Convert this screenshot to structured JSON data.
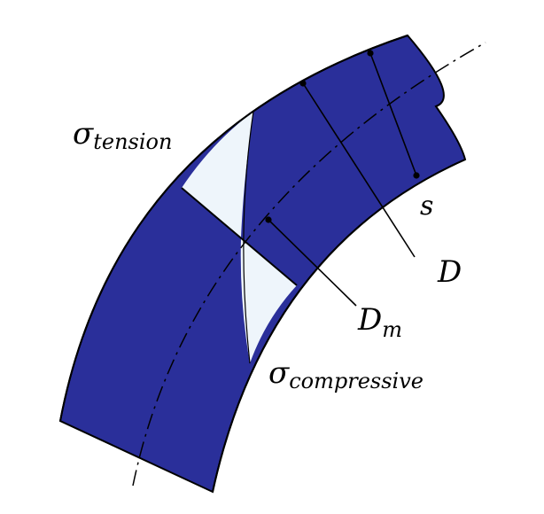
{
  "colors": {
    "wall": "#2a2f9a",
    "stress_region": "#eef5fb",
    "line": "#000000"
  },
  "labels": {
    "tension_symbol": "σ",
    "tension_sub": "tension",
    "compressive_symbol": "σ",
    "compressive_sub": "compressive",
    "s": "s",
    "D": "D",
    "Dm_symbol": "D",
    "Dm_sub": "m"
  }
}
